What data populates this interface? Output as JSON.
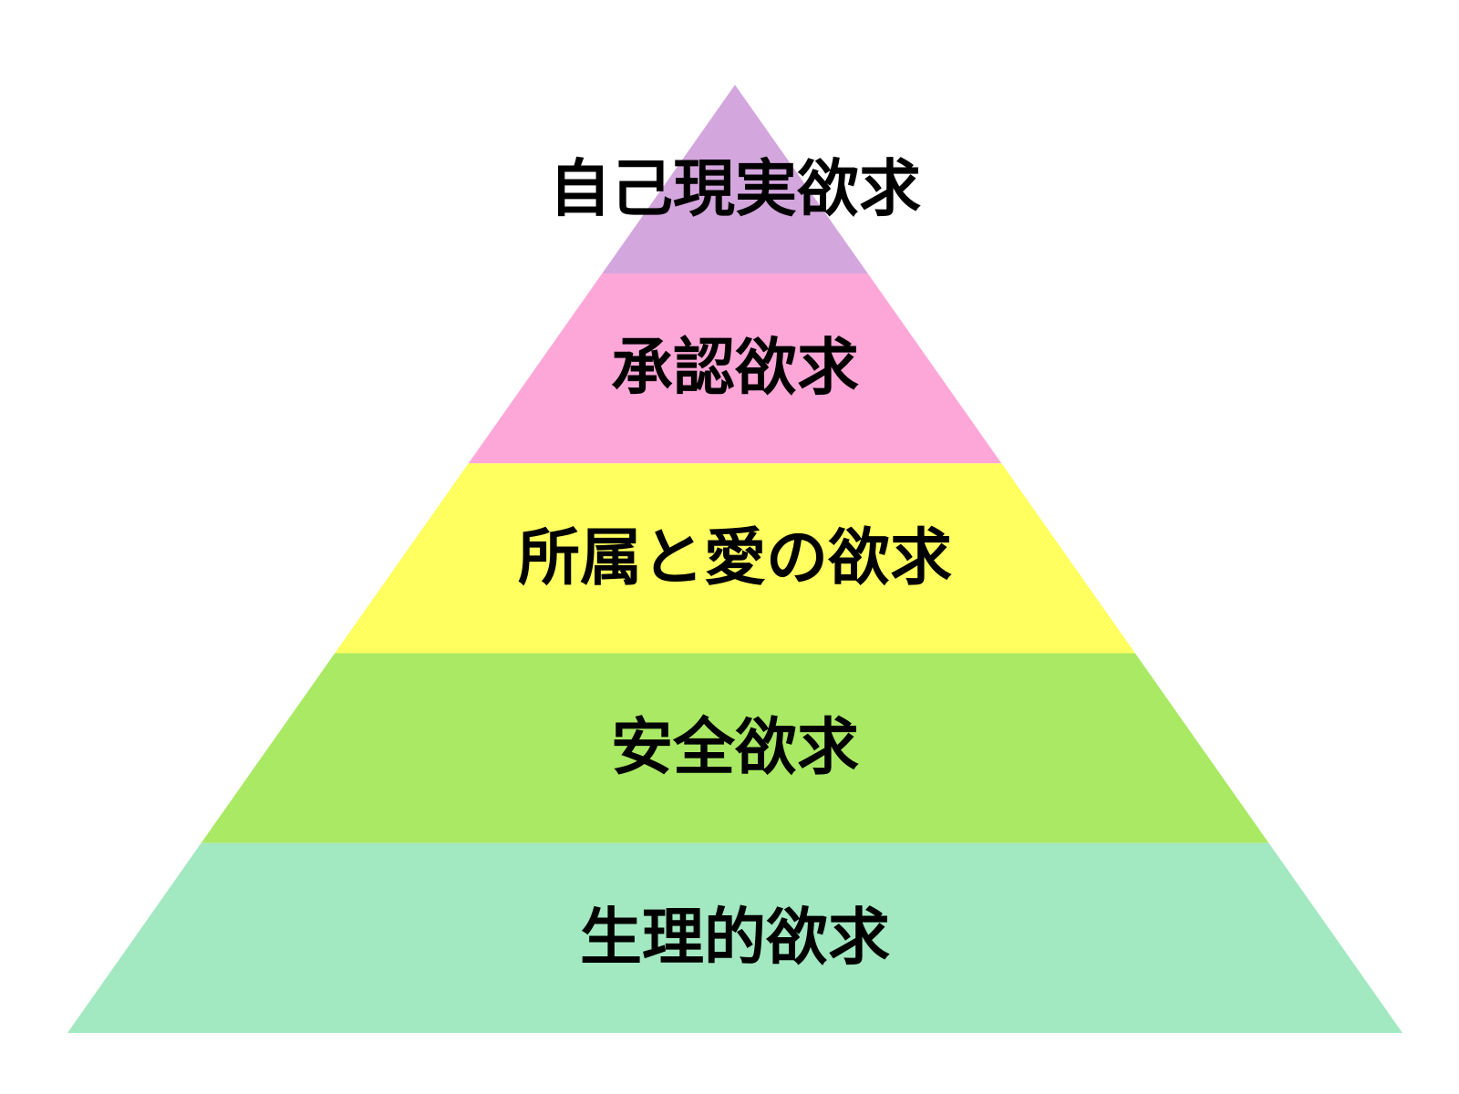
{
  "diagram": {
    "type": "pyramid",
    "tiers": [
      {
        "label": "自己現実欲求",
        "color": "#d4a6de"
      },
      {
        "label": "承認欲求",
        "color": "#fda7d8"
      },
      {
        "label": "所属と愛の欲求",
        "color": "#ffff5f"
      },
      {
        "label": "安全欲求",
        "color": "#a9e964"
      },
      {
        "label": "生理的欲求",
        "color": "#a2e8c0"
      }
    ]
  }
}
